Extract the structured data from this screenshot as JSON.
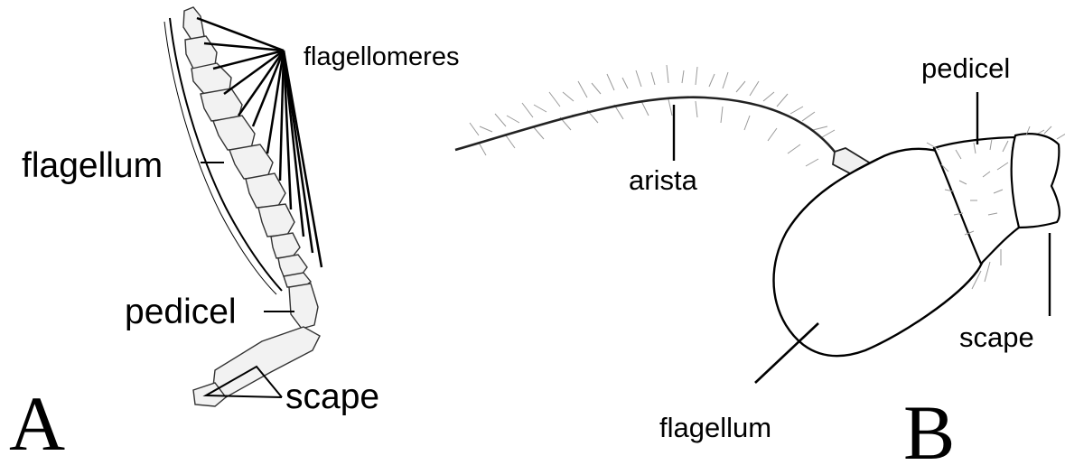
{
  "panel_a": {
    "letter": "A",
    "labels": {
      "flagellomeres": "flagellomeres",
      "flagellum": "flagellum",
      "pedicel": "pedicel",
      "scape": "scape"
    }
  },
  "panel_b": {
    "letter": "B",
    "labels": {
      "arista": "arista",
      "pedicel": "pedicel",
      "scape": "scape",
      "flagellum": "flagellum"
    }
  }
}
